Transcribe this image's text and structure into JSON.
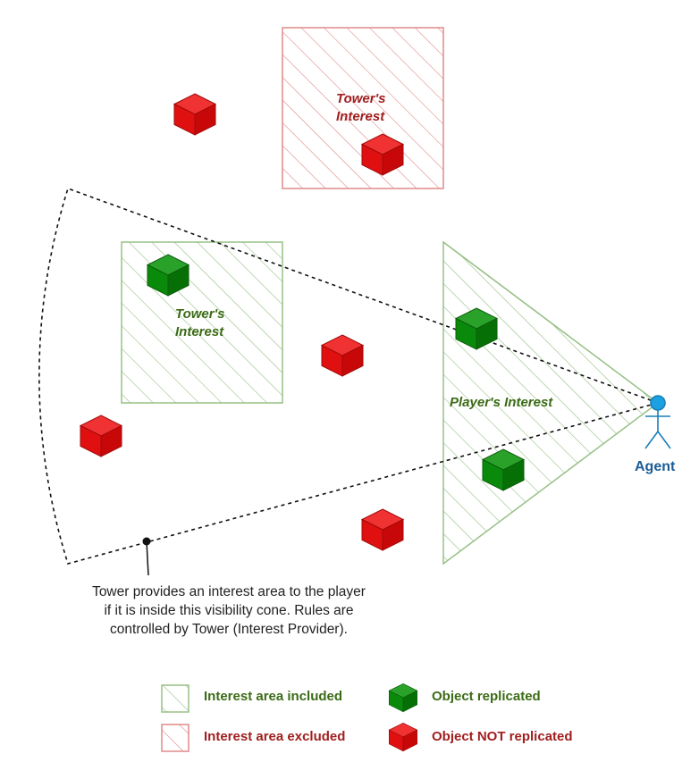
{
  "areas": {
    "tower_excluded": {
      "label_line1": "Tower's",
      "label_line2": "Interest"
    },
    "tower_included": {
      "label_line1": "Tower's",
      "label_line2": "Interest"
    },
    "player": {
      "label": "Player's Interest"
    }
  },
  "agent": {
    "label": "Agent"
  },
  "caption": {
    "line1": "Tower provides an interest area to the player",
    "line2": "if it is inside this visibility cone. Rules are",
    "line3": "controlled by Tower (Interest Provider)."
  },
  "legend": {
    "included": "Interest area included",
    "excluded": "Interest area excluded",
    "replicated": "Object replicated",
    "not_replicated": "Object NOT replicated"
  },
  "colors": {
    "included_stroke": "#97c086",
    "excluded_stroke": "#e08a8a",
    "included_text": "#3b6b16",
    "excluded_text": "#a01e1e",
    "cube_green": "#0a8a0a",
    "cube_red": "#e01010",
    "agent": "#1ba1e2"
  },
  "icons": [
    "green-cube-icon",
    "red-cube-icon",
    "agent-stick-figure-icon"
  ]
}
